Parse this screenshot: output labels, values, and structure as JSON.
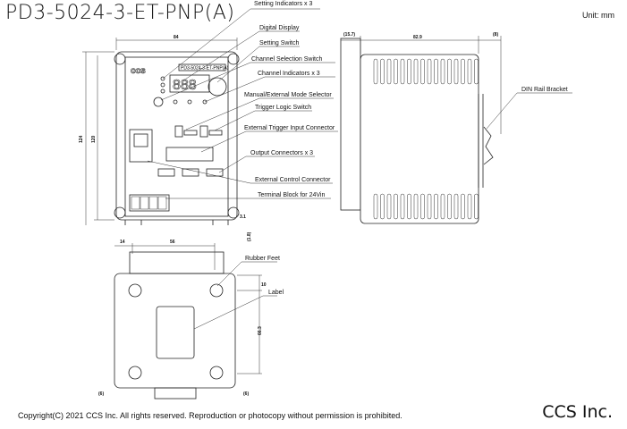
{
  "title": "PD3-5024-3-ET-PNP(A)",
  "unit": "Unit: mm",
  "copyright": "Copyright(C) 2021 CCS Inc. All rights reserved. Reproduction or photocopy without permission is prohibited.",
  "brand": "CCS Inc.",
  "front_view": {
    "model_plate": "PD3-5024-3-ET-PNP(A)",
    "callouts": [
      "Setting Indicators x 3",
      "Digital Display",
      "Setting Switch",
      "Channel Selection Switch",
      "Channel Indicators x 3",
      "Manual/External Mode Selector",
      "Trigger Logic Switch",
      "External Trigger Input Connector",
      "Output Connectors x 3",
      "External Control Connector",
      "Terminal Block for 24Vin"
    ],
    "dimensions": {
      "width": "84",
      "height_outer": "124",
      "height_inner": "120",
      "foot": "3.1",
      "foot_gap": "(1.8)"
    }
  },
  "side_view": {
    "callouts": [
      "DIN Rail Bracket"
    ],
    "dimensions": {
      "front": "(15.7)",
      "depth": "82.9",
      "rail": "(8)"
    }
  },
  "bottom_view": {
    "callouts": [
      "Rubber Feet",
      "Label"
    ],
    "dimensions": {
      "left": "14",
      "span": "56",
      "top": "10",
      "pitch": "66.3",
      "edge_left": "(6)",
      "edge_right": "(6)"
    }
  }
}
